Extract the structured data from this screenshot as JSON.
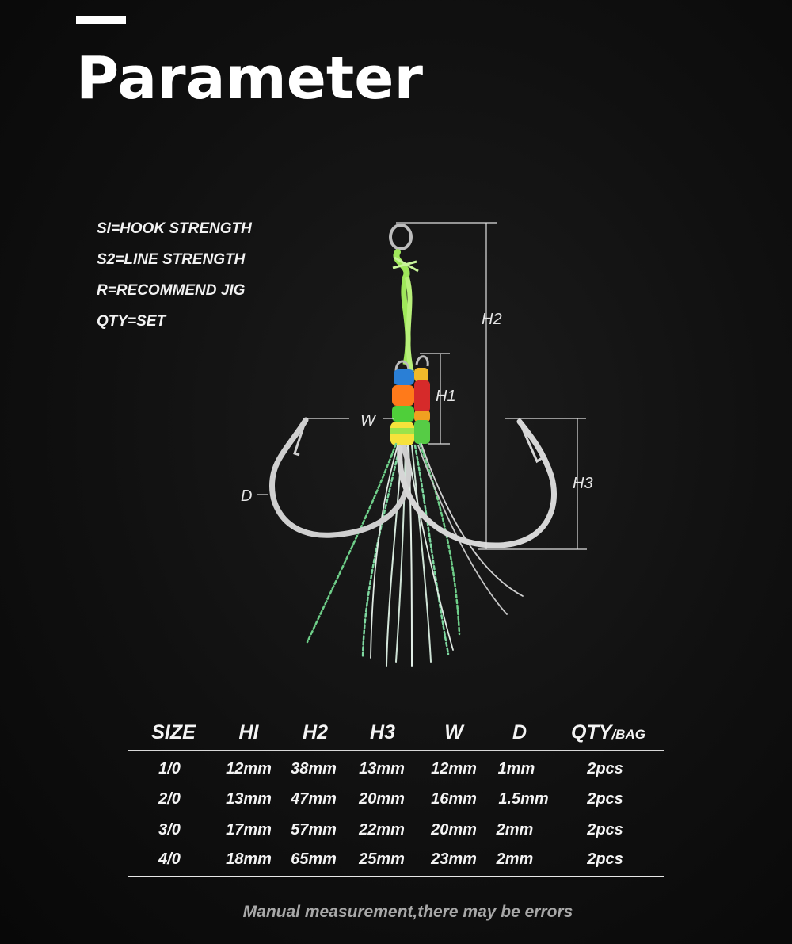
{
  "title": "Parameter",
  "legend": [
    "SI=HOOK STRENGTH",
    "S2=LINE STRENGTH",
    "R=RECOMMEND JIG",
    "QTY=SET"
  ],
  "diagram": {
    "labels": {
      "h1": "H1",
      "h2": "H2",
      "h3": "H3",
      "w": "W",
      "d": "D"
    },
    "colors": {
      "hook": "#c9c9c9",
      "braid": "#9fe85a",
      "flash": "#6fd08a",
      "dimension_line": "#e0e0e0"
    }
  },
  "table": {
    "headers": {
      "size": "SIZE",
      "h1": "HI",
      "h2": "H2",
      "h3": "H3",
      "w": "W",
      "d": "D",
      "qty": "QTY",
      "qty_unit": "/BAG"
    },
    "rows": [
      [
        "1/0",
        "12mm",
        "38mm",
        "13mm",
        "12mm",
        "1mm",
        "2pcs"
      ],
      [
        "2/0",
        "13mm",
        "47mm",
        "20mm",
        "16mm",
        "1.5mm",
        "2pcs"
      ],
      [
        "3/0",
        "17mm",
        "57mm",
        "22mm",
        "20mm",
        "2mm",
        "2pcs"
      ],
      [
        "4/0",
        "18mm",
        "65mm",
        "25mm",
        "23mm",
        "2mm",
        "2pcs"
      ]
    ]
  },
  "footnote": "Manual measurement,there may be errors"
}
